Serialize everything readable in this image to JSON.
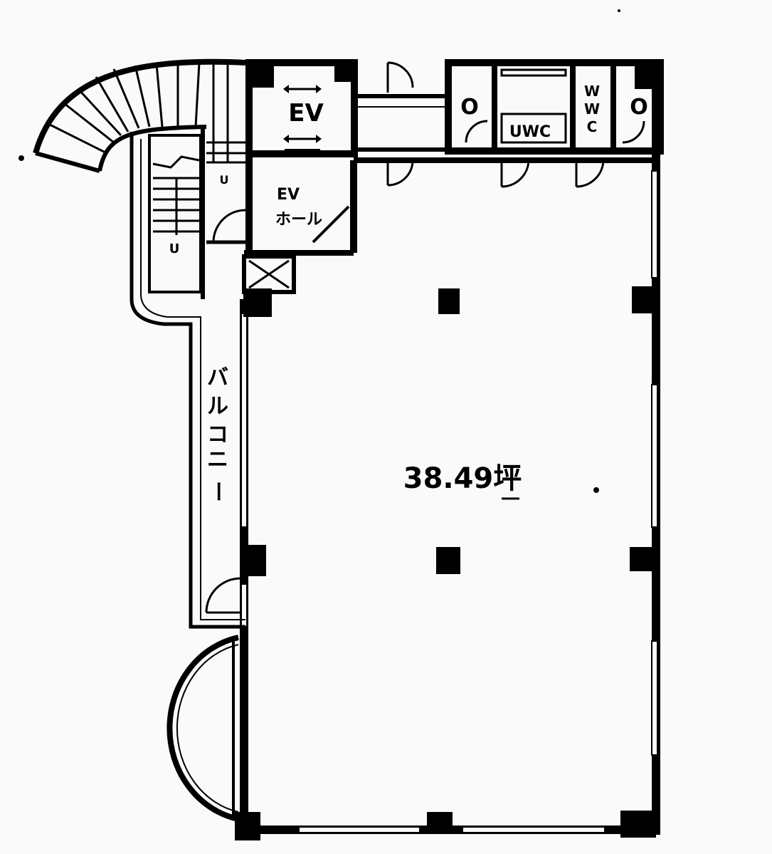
{
  "labels": {
    "ev": "EV",
    "ev_hall_line1": "EV",
    "ev_hall_line2": "ホール",
    "uwc": "UWC",
    "wwc_line1": "W",
    "wwc_line2": "W",
    "wwc_line3": "C",
    "balcony": [
      "バ",
      "ル",
      "コ",
      "ニ",
      "ー"
    ],
    "area": "38.49坪",
    "stair_up_1": "U",
    "stair_up_2": "U",
    "fixture_o": "O"
  },
  "colors": {
    "ink": "#000000",
    "paper": "#fafafa"
  }
}
